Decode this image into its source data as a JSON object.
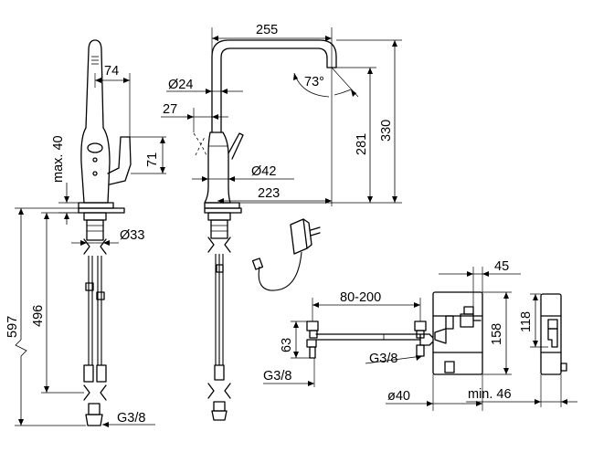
{
  "diagram": {
    "labels": {
      "d74": "74",
      "max40": "max. 40",
      "d71": "71",
      "d597": "597",
      "d496": "496",
      "d33": "Ø33",
      "g38_left": "G3/8",
      "d255": "255",
      "d73deg": "73°",
      "d24": "Ø24",
      "d27": "27",
      "d42": "Ø42",
      "d223": "223",
      "d281": "281",
      "d330": "330",
      "d80_200": "80-200",
      "d63": "63",
      "g38_mid": "G3/8",
      "g38_low": "G3/8",
      "d45": "45",
      "d158": "158",
      "d40": "ø40",
      "min46": "min. 46",
      "d118": "118"
    }
  }
}
